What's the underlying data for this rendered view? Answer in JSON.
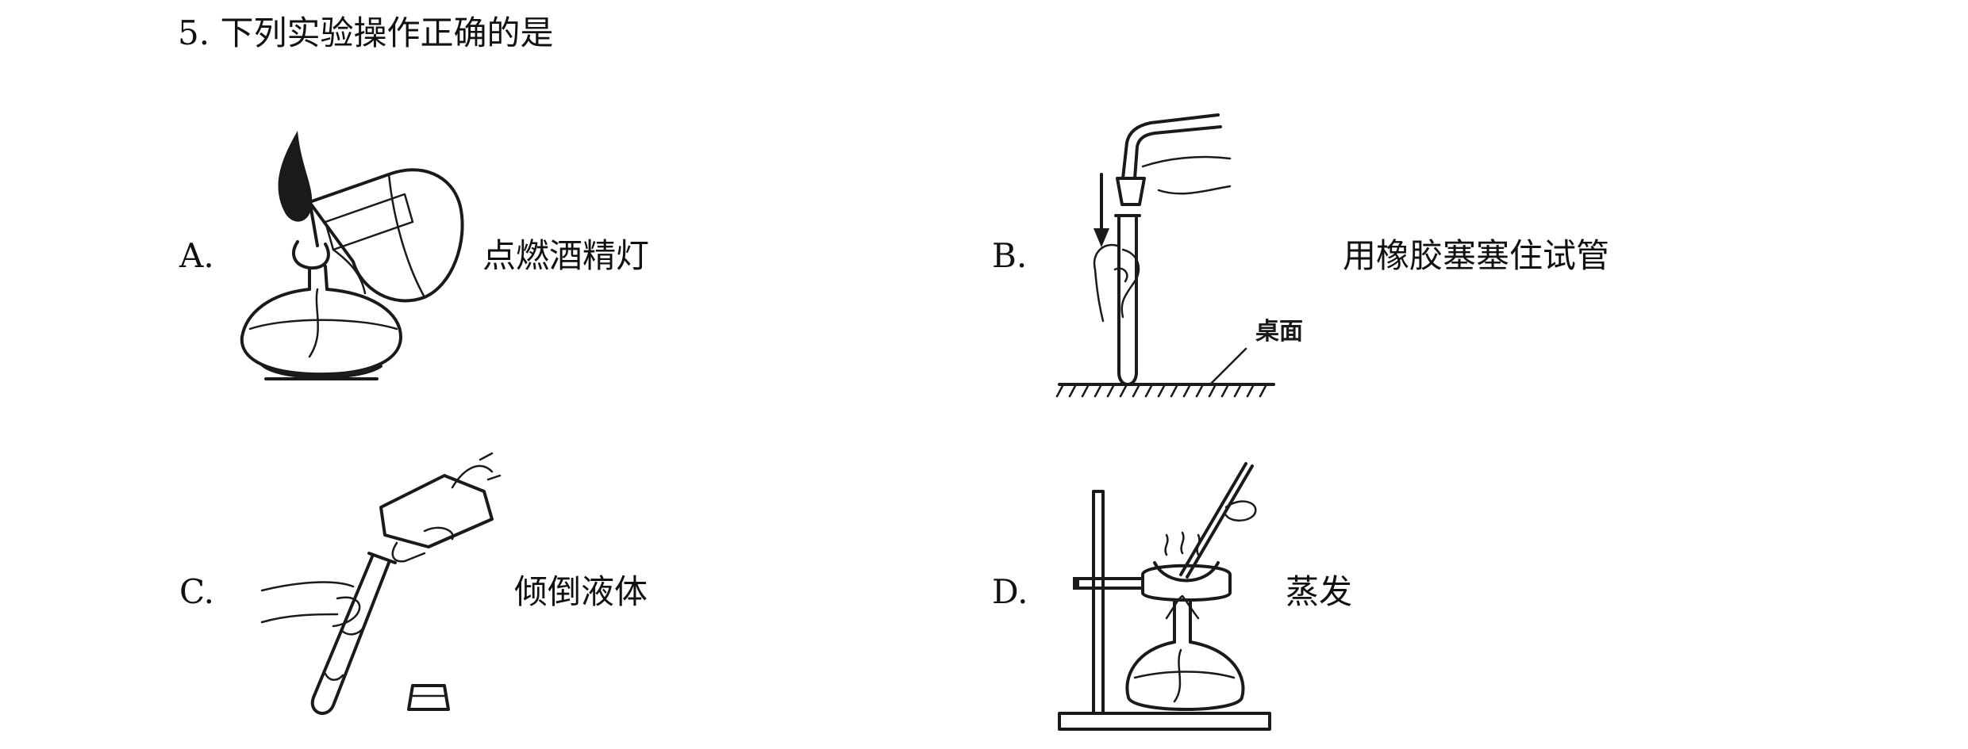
{
  "question": {
    "number": "5.",
    "stem": "下列实验操作正确的是"
  },
  "options": [
    {
      "letter": "A.",
      "caption": "点燃酒精灯"
    },
    {
      "letter": "B.",
      "caption": "用橡胶塞塞住试管",
      "figure_label": "桌面"
    },
    {
      "letter": "C.",
      "caption": "倾倒液体"
    },
    {
      "letter": "D.",
      "caption": "蒸发"
    }
  ]
}
